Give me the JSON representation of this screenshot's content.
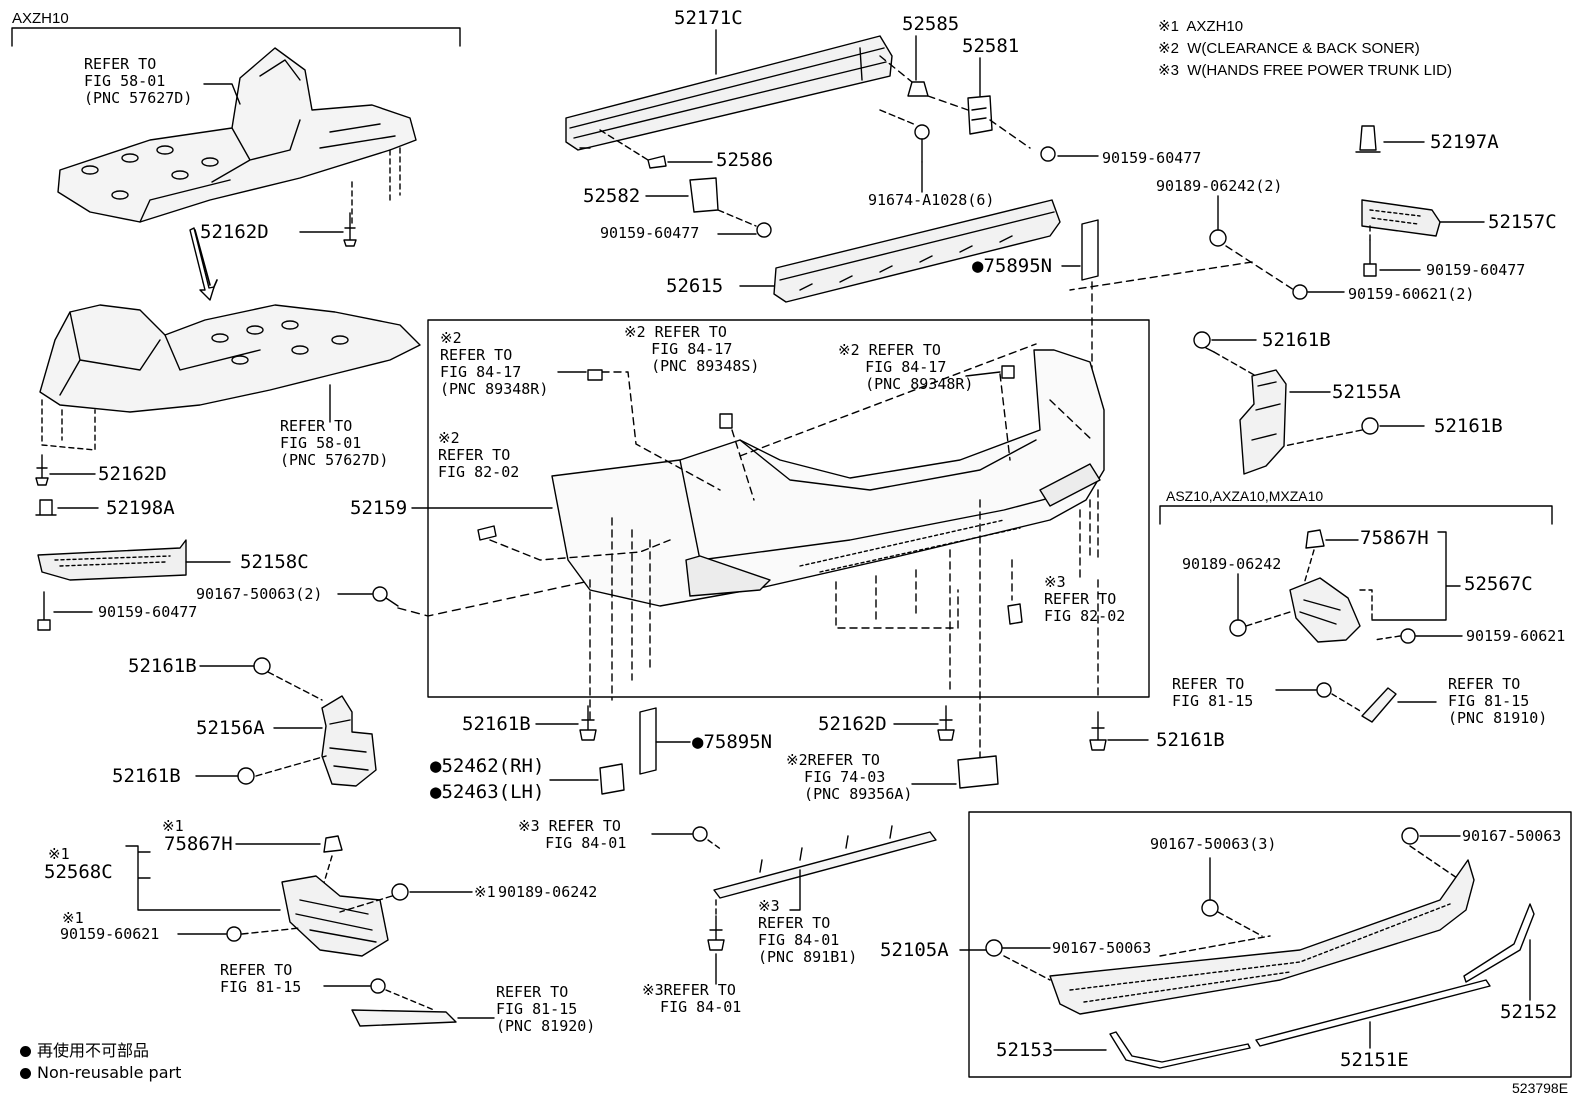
{
  "diagram_id": "523798E",
  "legend": {
    "dot_symbol": "●",
    "items": [
      "再使用不可部品",
      "Non-reusable part"
    ]
  },
  "notes": [
    "※1  AXZH10",
    "※2  W(CLEARANCE & BACK SONER)",
    "※3  W(HANDS FREE POWER TRUNK LID)"
  ],
  "groups": {
    "axzh10_header": "AXZH10",
    "asz10_header": "ASZ10,AXZA10,MXZA10"
  },
  "labels": {
    "p52171c": "52171C",
    "p52585": "52585",
    "p52581": "52581",
    "p52586": "52586",
    "p52582": "52582",
    "p90159_60477_a": "90159-60477",
    "p91674": "91674-A1028(6)",
    "p90159_60477_b": "90159-60477",
    "p52615": "52615",
    "p75895n_a": "●75895N",
    "p52197a": "52197A",
    "p90189_06242_2": "90189-06242(2)",
    "p52157c": "52157C",
    "p90159_60477_c": "90159-60477",
    "p90159_60621_2": "90159-60621(2)",
    "p52161b_r1": "52161B",
    "p52155a": "52155A",
    "p52161b_r2": "52161B",
    "p52162d_a": "52162D",
    "p52162d_b": "52162D",
    "p52198a": "52198A",
    "p52158c": "52158C",
    "p90167_50063_2": "90167-50063(2)",
    "p90159_60477_d": "90159-60477",
    "p52159": "52159",
    "p52161b_l1": "52161B",
    "p52156a": "52156A",
    "p52161b_l2": "52161B",
    "p52161b_c": "52161B",
    "p75895n_b": "●75895N",
    "p52462": "●52462(RH)",
    "p52463": "●52463(LH)",
    "p52162d_c": "52162D",
    "p52161b_rb": "52161B",
    "p75867h_a": "75867H",
    "p52567c": "52567C",
    "p90189_06242_b": "90189-06242",
    "p90159_60621_b": "90159-60621",
    "p75867h_b": "75867H",
    "p52568c": "52568C",
    "p90189_06242_c": "90189-06242",
    "p90159_60621_c": "90159-60621",
    "p90167_50063_3": "90167-50063(3)",
    "p90167_50063_a": "90167-50063",
    "p90167_50063_b": "90167-50063",
    "p52105a": "52105A",
    "p52152": "52152",
    "p52153": "52153",
    "p52151e": "52151E",
    "mk1_75867h": "※1",
    "mk1_52568c": "※1",
    "mk1_90189": "※1",
    "mk1_90159": "※1"
  },
  "refs": {
    "r_58_top": "REFER TO\nFIG 58-01\n(PNC 57627D)",
    "r_58_mid": "REFER TO\nFIG 58-01\n(PNC 57627D)",
    "r_84_17_r": "※2\nREFER TO\nFIG 84-17\n(PNC 89348R)",
    "r_84_17_s": "※2 REFER TO\n   FIG 84-17\n   (PNC 89348S)",
    "r_84_17_r2": "※2 REFER TO\n   FIG 84-17\n   (PNC 89348R)",
    "r_82_02_a": "※2\nREFER TO\nFIG 82-02",
    "r_82_02_b": "※3\nREFER TO\nFIG 82-02",
    "r_74_03": "※2REFER TO\n  FIG 74-03\n  (PNC 89356A)",
    "r_84_01_a": "※3 REFER TO\n   FIG 84-01",
    "r_84_01_b": "※3\nREFER TO\nFIG 84-01\n(PNC 891B1)",
    "r_84_01_c": "※3REFER TO\n  FIG 84-01",
    "r_81_15_a": "REFER TO\nFIG 81-15",
    "r_81_15_b": "REFER TO\nFIG 81-15\n(PNC 81910)",
    "r_81_15_c": "REFER TO\nFIG 81-15",
    "r_81_15_d": "REFER TO\nFIG 81-15\n(PNC 81920)"
  }
}
